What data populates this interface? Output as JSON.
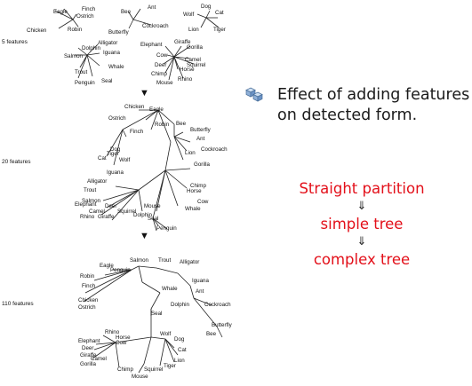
{
  "panel": {
    "row_labels": [
      "5 features",
      "20 features",
      "110 features"
    ],
    "arrow_glyph": "▼",
    "trees": [
      {
        "leaves": [
          "Eagle",
          "Finch",
          "Ostrich",
          "Chicken",
          "Robin",
          "Bee",
          "Ant",
          "Butterfly",
          "Cockroach",
          "Dog",
          "Wolf",
          "Cat",
          "Lion",
          "Tiger",
          "Alligator",
          "Dolphin",
          "Iguana",
          "Salmon",
          "Whale",
          "Trout",
          "Penguin",
          "Seal",
          "Elephant",
          "Giraffe",
          "Gorilla",
          "Cow",
          "Camel",
          "Deer",
          "Squirrel",
          "Horse",
          "Chimp",
          "Rhino",
          "Mouse"
        ]
      },
      {
        "leaves": [
          "Chicken",
          "Eagle",
          "Ostrich",
          "Robin",
          "Bee",
          "Finch",
          "Butterfly",
          "Ant",
          "Cockroach",
          "Lion",
          "Dog",
          "Tiger",
          "Cat",
          "Wolf",
          "Iguana",
          "Gorilla",
          "Alligator",
          "Chimp",
          "Trout",
          "Horse",
          "Salmon",
          "Cow",
          "Elephant",
          "Deer",
          "Camel",
          "Squirrel",
          "Mouse",
          "Whale",
          "Rhino",
          "Giraffe",
          "Dolphin",
          "Seal",
          "Penguin"
        ]
      },
      {
        "leaves": [
          "Salmon",
          "Trout",
          "Alligator",
          "Eagle",
          "Penguin",
          "Robin",
          "Iguana",
          "Finch",
          "Whale",
          "Ant",
          "Chicken",
          "Ostrich",
          "Dolphin",
          "Cockroach",
          "Seal",
          "Butterfly",
          "Bee",
          "Rhino",
          "Horse",
          "Wolf",
          "Elephant",
          "Cow",
          "Dog",
          "Deer",
          "Cat",
          "Giraffe",
          "Camel",
          "Lion",
          "Gorilla",
          "Tiger",
          "Chimp",
          "Squirrel",
          "Mouse"
        ]
      }
    ]
  },
  "side": {
    "icon": "cubes-icon",
    "text": "Effect of adding features on detected form.",
    "flow": [
      "Straight partition",
      "⇓",
      "simple tree",
      "⇓",
      "complex tree"
    ],
    "accent_color": "#e3101a"
  }
}
